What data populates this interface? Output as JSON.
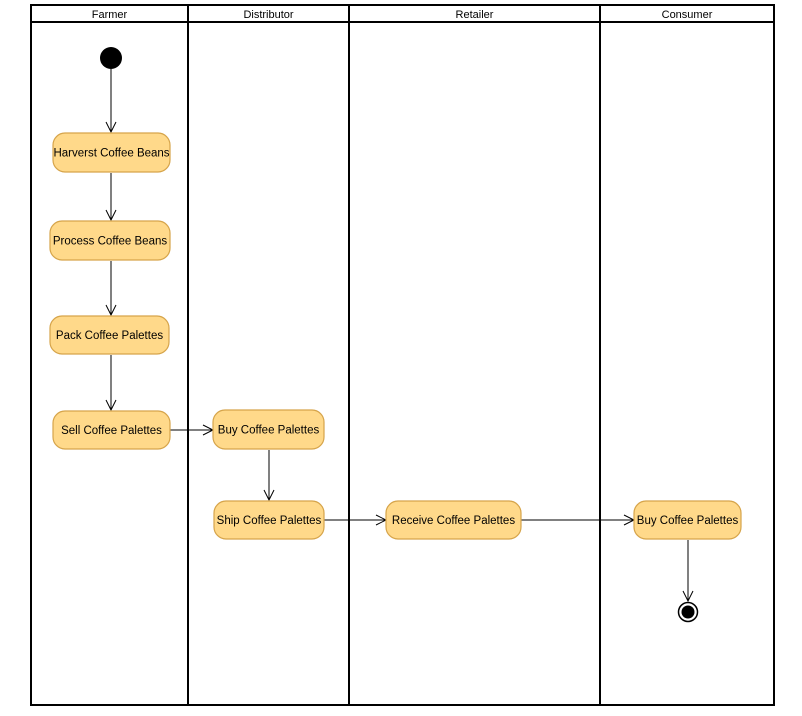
{
  "lanes": [
    {
      "label": "Farmer"
    },
    {
      "label": "Distributor"
    },
    {
      "label": "Retailer"
    },
    {
      "label": "Consumer"
    }
  ],
  "actions": [
    {
      "id": "harvest",
      "label": "Harverst Coffee Beans"
    },
    {
      "id": "process",
      "label": "Process Coffee Beans"
    },
    {
      "id": "pack",
      "label": "Pack Coffee Palettes"
    },
    {
      "id": "sell",
      "label": "Sell Coffee Palettes"
    },
    {
      "id": "buy-dist",
      "label": "Buy Coffee Palettes"
    },
    {
      "id": "ship",
      "label": "Ship Coffee Palettes"
    },
    {
      "id": "receive",
      "label": "Receive Coffee Palettes"
    },
    {
      "id": "buy-cons",
      "label": "Buy Coffee Palettes"
    }
  ],
  "flows": [
    {
      "from": "start",
      "to": "harvest"
    },
    {
      "from": "harvest",
      "to": "process"
    },
    {
      "from": "process",
      "to": "pack"
    },
    {
      "from": "pack",
      "to": "sell"
    },
    {
      "from": "sell",
      "to": "buy-dist"
    },
    {
      "from": "buy-dist",
      "to": "ship"
    },
    {
      "from": "ship",
      "to": "receive"
    },
    {
      "from": "receive",
      "to": "buy-cons"
    },
    {
      "from": "buy-cons",
      "to": "end"
    }
  ],
  "colors": {
    "action_fill": "#ffd98a",
    "action_stroke": "#d6a44a",
    "line": "#000000"
  }
}
